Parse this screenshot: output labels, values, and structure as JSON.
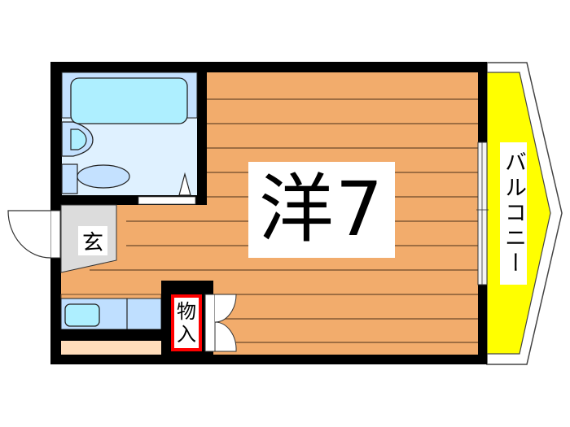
{
  "floor_plan": {
    "main_room": {
      "label": "洋7",
      "type": "Western-style room",
      "size_jo": 7,
      "floor_color": "#F2AC6C"
    },
    "entrance": {
      "label": "玄",
      "floor_color": "#DCDCDC"
    },
    "storage": {
      "label_line1": "物",
      "label_line2": "入",
      "border_color": "#FF0000"
    },
    "balcony": {
      "label": "バルコニー",
      "fill_color": "#FFFF00"
    },
    "bathroom": {
      "fixtures": [
        "bathtub",
        "washbasin",
        "toilet"
      ],
      "floor_color": "#DFF1FF",
      "tub_area_color": "#C4E1FF",
      "fixture_color": "#AEEFFF"
    },
    "kitchen": {
      "fixtures": [
        "sink",
        "counter"
      ],
      "counter_color": "#BFDFFF",
      "sink_color": "#AEEFFF",
      "shelf_color": "#FFDDBB"
    },
    "colors": {
      "wall": "#000000",
      "floor_line": "#6B4A2B"
    }
  }
}
